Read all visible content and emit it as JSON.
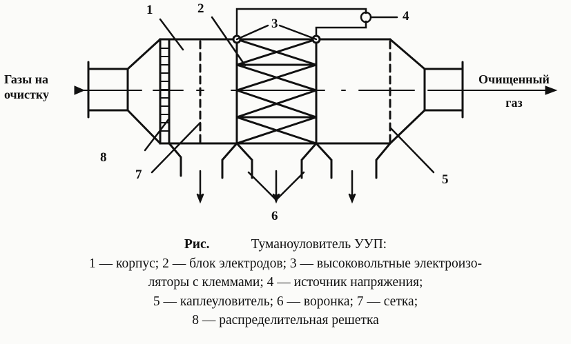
{
  "diagram": {
    "inlet_label_line1": "Газы на",
    "inlet_label_line2": "очистку",
    "outlet_label_line1": "Очищенный",
    "outlet_label_line2": "газ",
    "numbers": [
      "1",
      "2",
      "3",
      "4",
      "5",
      "6",
      "7",
      "8"
    ]
  },
  "caption": {
    "prefix": "Рис.",
    "title": "Тумано­уловитель УУП:",
    "line1": "1 — корпус; 2 — блок электродов; 3 — высоковольтные электроизо-",
    "line2": "ляторы с клеммами; 4 — источник напряжения;",
    "line3": "5 — каплеуловитель; 6 — воронка; 7 — сетка;",
    "line4": "8 — распределительная решетка"
  }
}
